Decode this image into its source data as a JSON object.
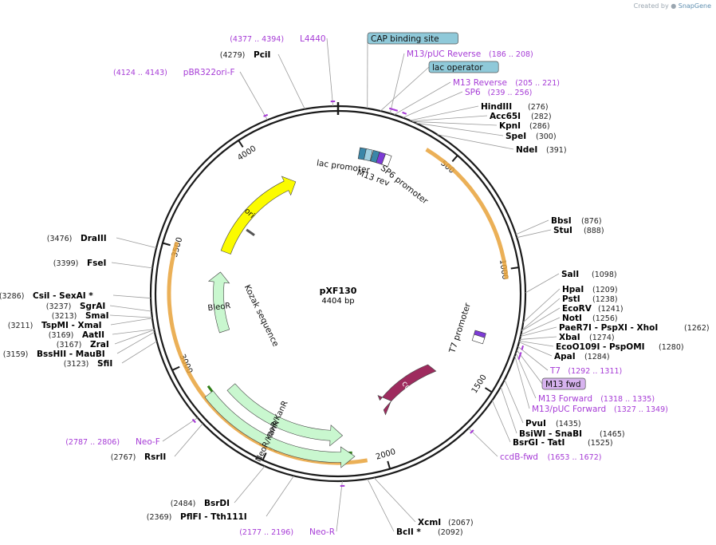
{
  "plasmid": {
    "name": "pXF130",
    "length_label": "4404 bp",
    "total_bp": 4404
  },
  "credit": {
    "prefix": "Created by",
    "brand": "SnapGene"
  },
  "scale_marks": [
    {
      "bp": 500,
      "label": "500"
    },
    {
      "bp": 1000,
      "label": "1000"
    },
    {
      "bp": 1500,
      "label": "1500"
    },
    {
      "bp": 2000,
      "label": "2000"
    },
    {
      "bp": 2500,
      "label": "2500"
    },
    {
      "bp": 3000,
      "label": "3000"
    },
    {
      "bp": 3500,
      "label": "3500"
    },
    {
      "bp": 4000,
      "label": "4000"
    }
  ],
  "features": [
    {
      "name": "ori",
      "start": 3550,
      "end": 4150,
      "dir": "cw",
      "track": "inner",
      "color": "#fbfb00",
      "label": "ori"
    },
    {
      "name": "ccdB",
      "start": 1570,
      "end": 1880,
      "dir": "ccw",
      "track": "inner",
      "color": "#9e2b5e",
      "label": "ccdB"
    },
    {
      "name": "BleoR",
      "start": 3080,
      "end": 3430,
      "dir": "cw",
      "track": "inner",
      "color": "#c9f7cf",
      "label": "BleoR"
    },
    {
      "name": "NeoR/KanR 1",
      "start": 2800,
      "end": 2180,
      "dir": "ccw",
      "track": "mid",
      "color": "#c9f7cf",
      "label": "NeoR/KanR"
    },
    {
      "name": "NeoR/KanR 2",
      "start": 2840,
      "end": 2130,
      "dir": "ccw",
      "track": "outer",
      "color": "#c9f7cf",
      "label": "NeoR/KanR"
    }
  ],
  "inner_labels": [
    {
      "text": "lac promoter"
    },
    {
      "text": "M13 rev"
    },
    {
      "text": "SP6 promoter"
    },
    {
      "text": "T7 promoter"
    },
    {
      "text": "Kozak sequence"
    }
  ],
  "sites": [
    {
      "name": "PciI",
      "pos": "(4279)",
      "bp": 4279,
      "pinned": false,
      "style": "enzyme"
    },
    {
      "name": "L4440",
      "pos": "(4377 .. 4394)",
      "bp": 4385,
      "style": "primer"
    },
    {
      "name": "pBR322ori-F",
      "pos": "(4124 .. 4143)",
      "bp": 4133,
      "style": "primer"
    },
    {
      "name": "CAP binding site",
      "pos": "",
      "bp": 110,
      "style": "boxed-blue"
    },
    {
      "name": "M13/pUC Reverse",
      "pos": "(186 .. 208)",
      "bp": 197,
      "style": "primer"
    },
    {
      "name": "lac operator",
      "pos": "",
      "bp": 160,
      "style": "boxed-blue"
    },
    {
      "name": "M13 Reverse",
      "pos": "(205 .. 221)",
      "bp": 213,
      "style": "primer"
    },
    {
      "name": "SP6",
      "pos": "(239 .. 256)",
      "bp": 247,
      "style": "primer"
    },
    {
      "name": "HindIII",
      "pos": "(276)",
      "bp": 276,
      "style": "enzyme"
    },
    {
      "name": "Acc65I",
      "pos": "(282)",
      "bp": 282,
      "style": "enzyme"
    },
    {
      "name": "KpnI",
      "pos": "(286)",
      "bp": 286,
      "style": "enzyme"
    },
    {
      "name": "SpeI",
      "pos": "(300)",
      "bp": 300,
      "style": "enzyme"
    },
    {
      "name": "NdeI",
      "pos": "(391)",
      "bp": 391,
      "style": "enzyme"
    },
    {
      "name": "BbsI",
      "pos": "(876)",
      "bp": 876,
      "style": "enzyme"
    },
    {
      "name": "StuI",
      "pos": "(888)",
      "bp": 888,
      "style": "enzyme"
    },
    {
      "name": "SalI",
      "pos": "(1098)",
      "bp": 1098,
      "style": "enzyme"
    },
    {
      "name": "HpaI",
      "pos": "(1209)",
      "bp": 1209,
      "style": "enzyme"
    },
    {
      "name": "PstI",
      "pos": "(1238)",
      "bp": 1238,
      "style": "enzyme"
    },
    {
      "name": "EcoRV",
      "pos": "(1241)",
      "bp": 1241,
      "style": "enzyme"
    },
    {
      "name": "NotI",
      "pos": "(1256)",
      "bp": 1256,
      "style": "enzyme"
    },
    {
      "name": "PaeR7I - PspXI - XhoI",
      "pos": "(1262)",
      "bp": 1262,
      "style": "enzyme"
    },
    {
      "name": "XbaI",
      "pos": "(1274)",
      "bp": 1274,
      "style": "enzyme"
    },
    {
      "name": "EcoO109I - PspOMI",
      "pos": "(1280)",
      "bp": 1280,
      "style": "enzyme"
    },
    {
      "name": "ApaI",
      "pos": "(1284)",
      "bp": 1284,
      "style": "enzyme"
    },
    {
      "name": "T7",
      "pos": "(1292 .. 1311)",
      "bp": 1301,
      "style": "primer"
    },
    {
      "name": "M13 fwd",
      "pos": "",
      "bp": 1315,
      "style": "boxed-purple"
    },
    {
      "name": "M13 Forward",
      "pos": "(1318 .. 1335)",
      "bp": 1326,
      "style": "primer"
    },
    {
      "name": "M13/pUC Forward",
      "pos": "(1327 .. 1349)",
      "bp": 1338,
      "style": "primer"
    },
    {
      "name": "PvuI",
      "pos": "(1435)",
      "bp": 1435,
      "style": "enzyme"
    },
    {
      "name": "BsiWI - SnaBI",
      "pos": "(1465)",
      "bp": 1465,
      "style": "enzyme"
    },
    {
      "name": "BsrGI - TatI",
      "pos": "(1525)",
      "bp": 1525,
      "style": "enzyme"
    },
    {
      "name": "ccdB-fwd",
      "pos": "(1653 .. 1672)",
      "bp": 1662,
      "style": "primer"
    },
    {
      "name": "XcmI",
      "pos": "(2067)",
      "bp": 2067,
      "style": "enzyme"
    },
    {
      "name": "BclI *",
      "pos": "(2092)",
      "bp": 2092,
      "style": "enzyme"
    },
    {
      "name": "Neo-R",
      "pos": "(2177 .. 2196)",
      "bp": 2186,
      "style": "primer"
    },
    {
      "name": "PflFI - Tth111I",
      "pos": "(2369)",
      "bp": 2369,
      "style": "enzyme"
    },
    {
      "name": "BsrDI",
      "pos": "(2484)",
      "bp": 2484,
      "style": "enzyme"
    },
    {
      "name": "RsrII",
      "pos": "(2767)",
      "bp": 2767,
      "style": "enzyme"
    },
    {
      "name": "Neo-F",
      "pos": "(2787 .. 2806)",
      "bp": 2796,
      "style": "primer"
    },
    {
      "name": "SfiI",
      "pos": "(3123)",
      "bp": 3123,
      "style": "enzyme"
    },
    {
      "name": "BssHII - MauBI",
      "pos": "(3159)",
      "bp": 3159,
      "style": "enzyme"
    },
    {
      "name": "ZraI",
      "pos": "(3167)",
      "bp": 3167,
      "style": "enzyme"
    },
    {
      "name": "AatII",
      "pos": "(3169)",
      "bp": 3169,
      "style": "enzyme"
    },
    {
      "name": "TspMI - XmaI",
      "pos": "(3211)",
      "bp": 3211,
      "style": "enzyme"
    },
    {
      "name": "SmaI",
      "pos": "(3213)",
      "bp": 3213,
      "style": "enzyme"
    },
    {
      "name": "SgrAI",
      "pos": "(3237)",
      "bp": 3237,
      "style": "enzyme"
    },
    {
      "name": "CsiI - SexAI *",
      "pos": "(3286)",
      "bp": 3286,
      "style": "enzyme"
    },
    {
      "name": "FseI",
      "pos": "(3399)",
      "bp": 3399,
      "style": "enzyme"
    },
    {
      "name": "DraIII",
      "pos": "(3476)",
      "bp": 3476,
      "style": "enzyme"
    }
  ],
  "colors": {
    "backbone": "#1a1a1a",
    "enzyme_text": "#000000",
    "position_text": "#222222",
    "primer": "#a63bd6",
    "orange_track": "#e8a23a",
    "dark_green": "#2e7d16",
    "blue_box": "#8fc9d9",
    "purple_box": "#d7b3ef"
  }
}
